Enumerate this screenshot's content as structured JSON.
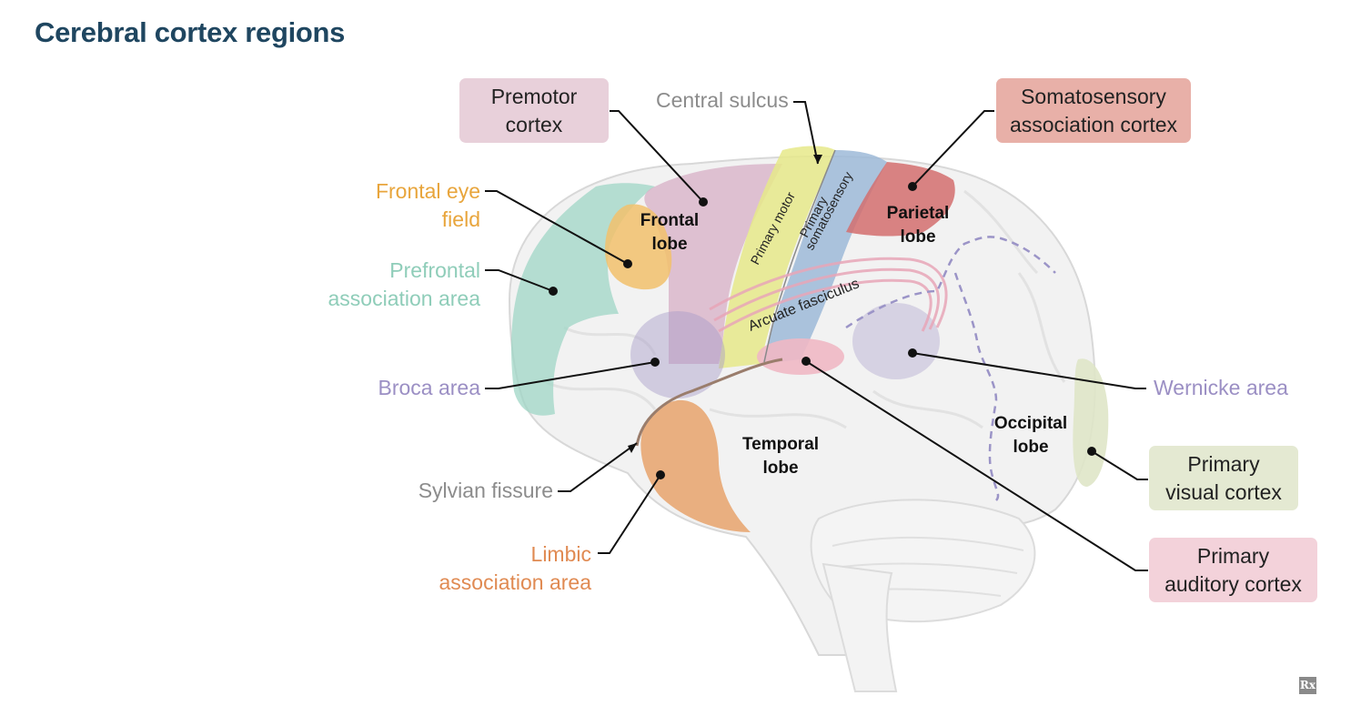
{
  "title": "Cerebral cortex regions",
  "labels": {
    "premotor": [
      "Premotor",
      "cortex"
    ],
    "central_sulcus": "Central sulcus",
    "somatosensory_assoc": [
      "Somatosensory",
      "association cortex"
    ],
    "frontal_eye": [
      "Frontal eye",
      "field"
    ],
    "prefrontal": [
      "Prefrontal",
      "association area"
    ],
    "broca": "Broca area",
    "sylvian": "Sylvian fissure",
    "limbic": [
      "Limbic",
      "association area"
    ],
    "wernicke": "Wernicke area",
    "primary_visual": [
      "Primary",
      "visual cortex"
    ],
    "primary_auditory": [
      "Primary",
      "auditory cortex"
    ]
  },
  "lobes": {
    "frontal": [
      "Frontal",
      "lobe"
    ],
    "parietal": [
      "Parietal",
      "lobe"
    ],
    "temporal": [
      "Temporal",
      "lobe"
    ],
    "occipital": [
      "Occipital",
      "lobe"
    ]
  },
  "strip_labels": {
    "primary_motor": "Primary motor",
    "primary_somatosensory": [
      "Primary",
      "somatosensory"
    ],
    "arcuate": "Arcuate fasciculus"
  },
  "logo": "Rx",
  "colors": {
    "title": "#1f4660",
    "premotor": "#d8b3c8",
    "frontal_eye": "#f2c16c",
    "prefrontal": "#9fd6c5",
    "broca": "#a79bc8",
    "limbic": "#e8a36c",
    "primary_motor": "#e6e98a",
    "primary_somatosensory": "#9dbad8",
    "somatosensory_assoc": "#d46e6e",
    "wernicke": "#b4aad0",
    "primary_visual": "#dfe6c8",
    "primary_auditory": "#f0b8c4",
    "gray_label": "#8c8c8c"
  }
}
